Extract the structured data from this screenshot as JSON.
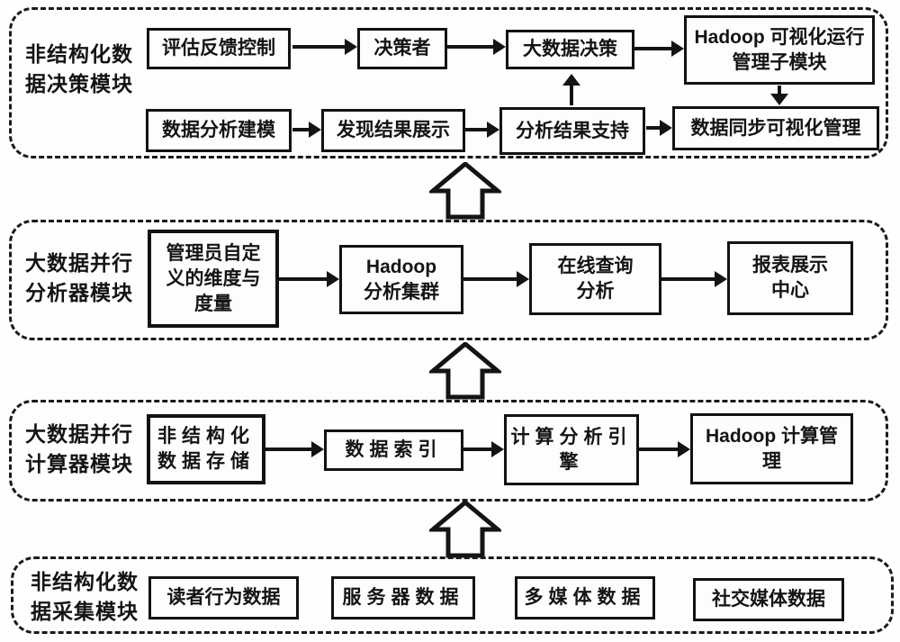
{
  "colors": {
    "ink": "#141414",
    "background": "#fefefe",
    "box_fill": "#fdfdfd"
  },
  "icons": {
    "block_arrow_up": "upward hollow block arrow (⇧)"
  },
  "modules": [
    {
      "label": "非结构化数\n据决策模块",
      "boxes": {
        "evaluation_feedback": "评估反馈控制",
        "decision_maker": "决策者",
        "big_data_decision": "大数据决策",
        "hadoop_visual_mgmt": "Hadoop 可视化运行\n管理子模块",
        "data_analysis_modeling": "数据分析建模",
        "discovery_result_display": "发现结果展示",
        "analysis_result_support": "分析结果支持",
        "data_sync_visual_mgmt": "数据同步可视化管理"
      }
    },
    {
      "label": "大数据并行\n分析器模块",
      "boxes": {
        "admin_custom_dimensions": "管理员自定\n义的维度与\n度量",
        "hadoop_analysis_cluster": "Hadoop\n分析集群",
        "online_query_analysis": "在线查询\n分析",
        "report_display_center": "报表展示\n中心"
      }
    },
    {
      "label": "大数据并行\n计算器模块",
      "boxes": {
        "unstructured_data_storage": "非结构化\n数据存储",
        "data_index": "数据索引",
        "computing_analysis_engine": "计算分析引\n擎",
        "hadoop_computing_mgmt": "Hadoop 计算管\n理"
      }
    },
    {
      "label": "非结构化数\n据采集模块",
      "boxes": {
        "reader_behavior_data": "读者行为数据",
        "server_data": "服务器数据",
        "multimedia_data": "多媒体数据",
        "social_media_data": "社交媒体数据"
      }
    }
  ]
}
